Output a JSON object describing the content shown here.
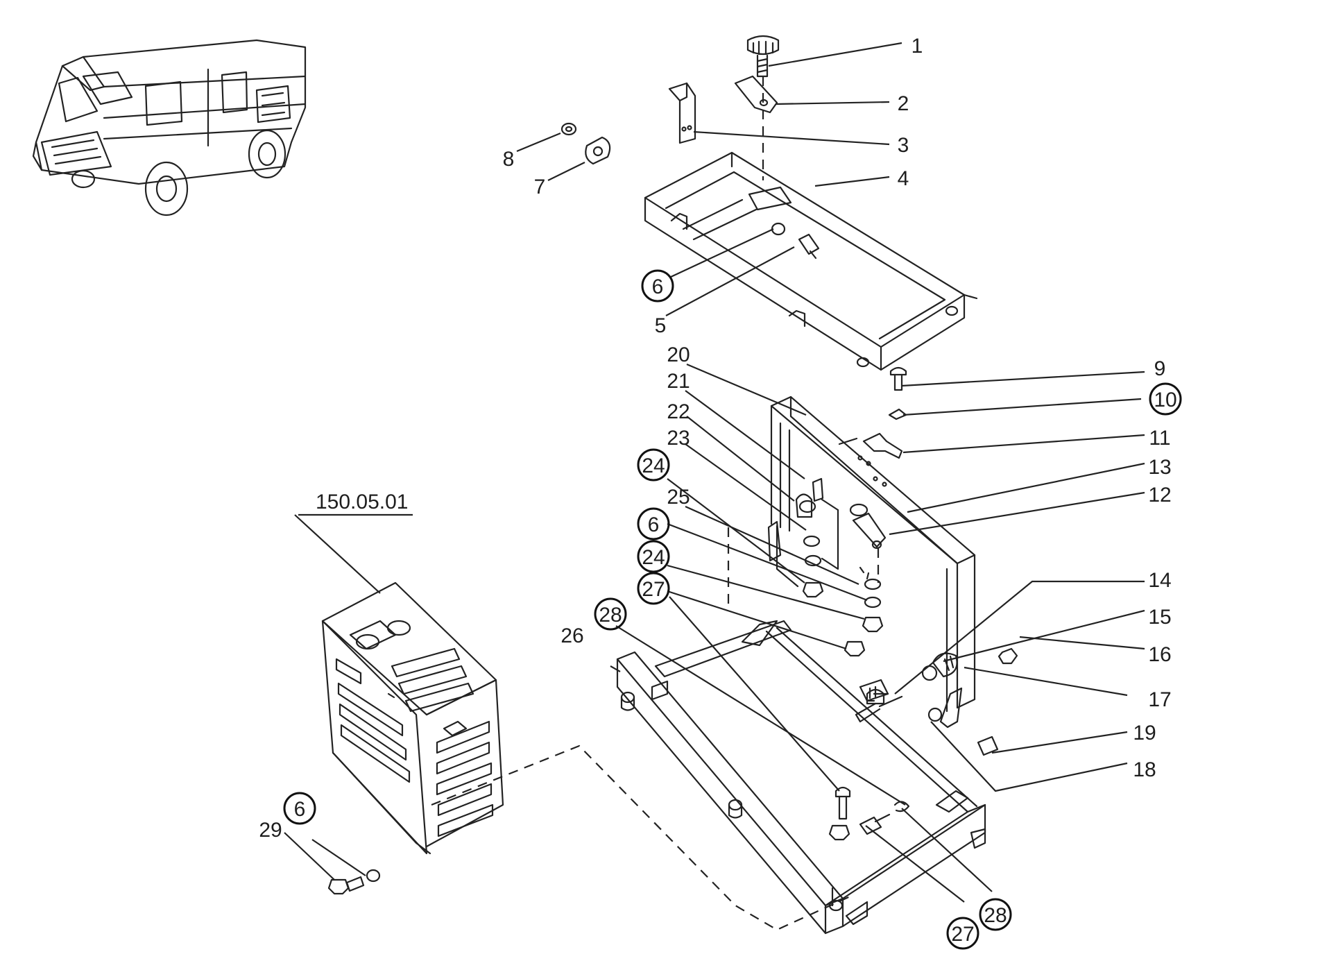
{
  "reference_label": "150.05.01",
  "callouts": [
    {
      "id": "c1",
      "text": "1",
      "circled": false
    },
    {
      "id": "c2",
      "text": "2",
      "circled": false
    },
    {
      "id": "c3",
      "text": "3",
      "circled": false
    },
    {
      "id": "c4",
      "text": "4",
      "circled": false
    },
    {
      "id": "c5",
      "text": "5",
      "circled": false
    },
    {
      "id": "c6a",
      "text": "6",
      "circled": true
    },
    {
      "id": "c7",
      "text": "7",
      "circled": false
    },
    {
      "id": "c8",
      "text": "8",
      "circled": false
    },
    {
      "id": "c9",
      "text": "9",
      "circled": false
    },
    {
      "id": "c10",
      "text": "10",
      "circled": true
    },
    {
      "id": "c11",
      "text": "11",
      "circled": false
    },
    {
      "id": "c12",
      "text": "12",
      "circled": false
    },
    {
      "id": "c13",
      "text": "13",
      "circled": false
    },
    {
      "id": "c14",
      "text": "14",
      "circled": false
    },
    {
      "id": "c15",
      "text": "15",
      "circled": false
    },
    {
      "id": "c16",
      "text": "16",
      "circled": false
    },
    {
      "id": "c17",
      "text": "17",
      "circled": false
    },
    {
      "id": "c18",
      "text": "18",
      "circled": false
    },
    {
      "id": "c19",
      "text": "19",
      "circled": false
    },
    {
      "id": "c20",
      "text": "20",
      "circled": false
    },
    {
      "id": "c21",
      "text": "21",
      "circled": false
    },
    {
      "id": "c22",
      "text": "22",
      "circled": false
    },
    {
      "id": "c23",
      "text": "23",
      "circled": false
    },
    {
      "id": "c24a",
      "text": "24",
      "circled": true
    },
    {
      "id": "c25",
      "text": "25",
      "circled": false
    },
    {
      "id": "c6b",
      "text": "6",
      "circled": true
    },
    {
      "id": "c24b",
      "text": "24",
      "circled": true
    },
    {
      "id": "c27a",
      "text": "27",
      "circled": true
    },
    {
      "id": "c26",
      "text": "26",
      "circled": false
    },
    {
      "id": "c28a",
      "text": "28",
      "circled": true
    },
    {
      "id": "c6c",
      "text": "6",
      "circled": true
    },
    {
      "id": "c29",
      "text": "29",
      "circled": false
    },
    {
      "id": "c27b",
      "text": "27",
      "circled": true
    },
    {
      "id": "c28b",
      "text": "28",
      "circled": true
    }
  ]
}
